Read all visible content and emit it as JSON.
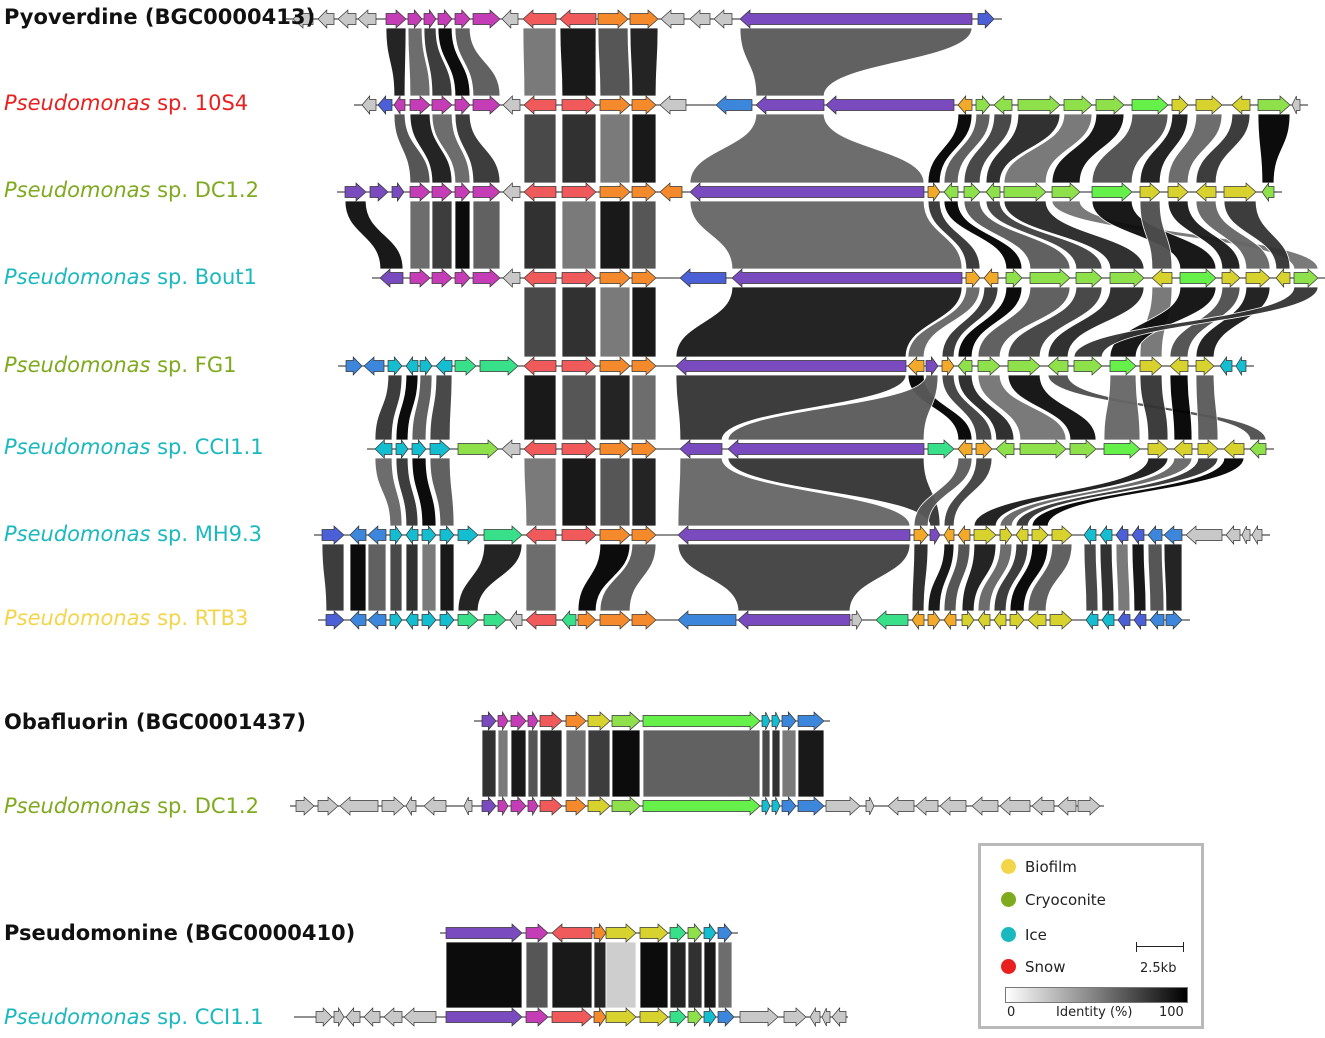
{
  "colors": {
    "biofilm": "#f4d54a",
    "cryoconite": "#7faa1e",
    "ice": "#1ab9bf",
    "snow": "#e8211f",
    "reference": "#111111"
  },
  "gene_colors": {
    "gray": "#c8c8c8",
    "purple": "#7a4bbf",
    "magenta": "#c53db6",
    "red": "#f05a5a",
    "orange": "#f58a2c",
    "blue": "#3c86db",
    "green": "#38e08a",
    "lime": "#8ee14b",
    "yellow": "#d8d22e",
    "teal": "#15bdd0",
    "indigo": "#4b5fd6",
    "lightgreen": "#66f04a",
    "amber": "#f3a92a"
  },
  "clusters": [
    {
      "ref": {
        "name": "Pyoverdine (BGC0000413)"
      },
      "tracks": [
        {
          "italic": "Pseudomonas",
          "rest": " sp. 10S4",
          "habitat": "snow"
        },
        {
          "italic": "Pseudomonas",
          "rest": " sp. DC1.2",
          "habitat": "cryoconite"
        },
        {
          "italic": "Pseudomonas",
          "rest": " sp. Bout1",
          "habitat": "ice"
        },
        {
          "italic": "Pseudomonas",
          "rest": " sp. FG1",
          "habitat": "cryoconite"
        },
        {
          "italic": "Pseudomonas",
          "rest": " sp. CCI1.1",
          "habitat": "ice"
        },
        {
          "italic": "Pseudomonas",
          "rest": " sp. MH9.3",
          "habitat": "ice"
        },
        {
          "italic": "Pseudomonas",
          "rest": " sp. RTB3",
          "habitat": "biofilm"
        }
      ]
    },
    {
      "ref": {
        "name": "Obafluorin (BGC0001437)"
      },
      "tracks": [
        {
          "italic": "Pseudomonas",
          "rest": " sp. DC1.2",
          "habitat": "cryoconite"
        }
      ]
    },
    {
      "ref": {
        "name": "Pseudomonine (BGC0000410)"
      },
      "tracks": [
        {
          "italic": "Pseudomonas",
          "rest": " sp. CCI1.1",
          "habitat": "ice"
        }
      ]
    }
  ],
  "legend": {
    "items": [
      {
        "label": "Biofilm",
        "habitat": "biofilm"
      },
      {
        "label": "Cryoconite",
        "habitat": "cryoconite"
      },
      {
        "label": "Ice",
        "habitat": "ice"
      },
      {
        "label": "Snow",
        "habitat": "snow"
      }
    ],
    "scale_label": "2.5kb",
    "identity_label": "Identity (%)",
    "identity_min": "0",
    "identity_max": "100"
  }
}
